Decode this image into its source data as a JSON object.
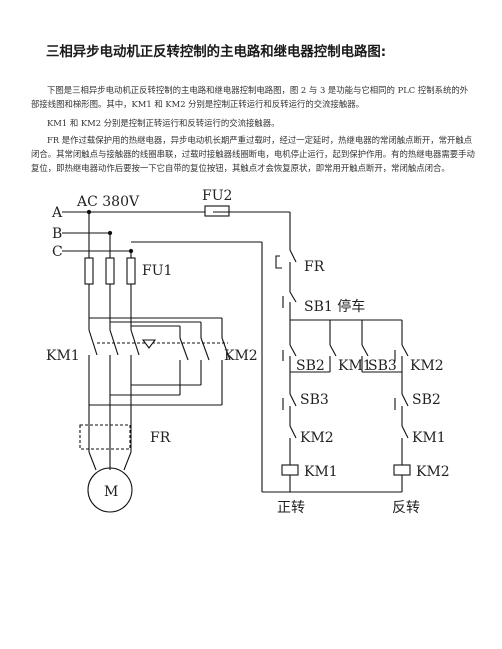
{
  "document": {
    "title": "三相异步电动机正反转控制的主电路和继电器控制电路图:",
    "paragraphs": [
      "下图是三相异步电动机正反转控制的主电路和继电器控制电路图，图 2 与 3 是功能与它相同的 PLC 控制系统的外部接线图和梯形图。其中，KM1 和 KM2 分别是控制正转运行和反转运行的交流接触器。",
      "KM1 和 KM2 分别是控制正转运行和反转运行的交流接触器。",
      "FR 是作过载保护用的热继电器，异步电动机长期严重过载时，经过一定延时，热继电器的常闭触点断开，常开触点闭合。其常闭触点与接触器的线圈串联，过载时接触器线圈断电，电机停止运行，起到保护作用。有的热继电器需要手动复位，即热继电器动作后要按一下它自带的复位按钮，其触点才会恢复原状，即常用开触点断开，常闭触点闭合。"
    ]
  },
  "diagram": {
    "phases": [
      "A",
      "B",
      "C"
    ],
    "supply_label": "AC 380V",
    "fuse_control": "FU2",
    "fuse_main": "FU1",
    "thermal_relay": "FR",
    "motor": "M",
    "km1": "KM1",
    "km2": "KM2",
    "stop_button": "SB1 停车",
    "sb2": "SB2",
    "sb3": "SB3",
    "forward": "正转",
    "reverse": "反转"
  }
}
